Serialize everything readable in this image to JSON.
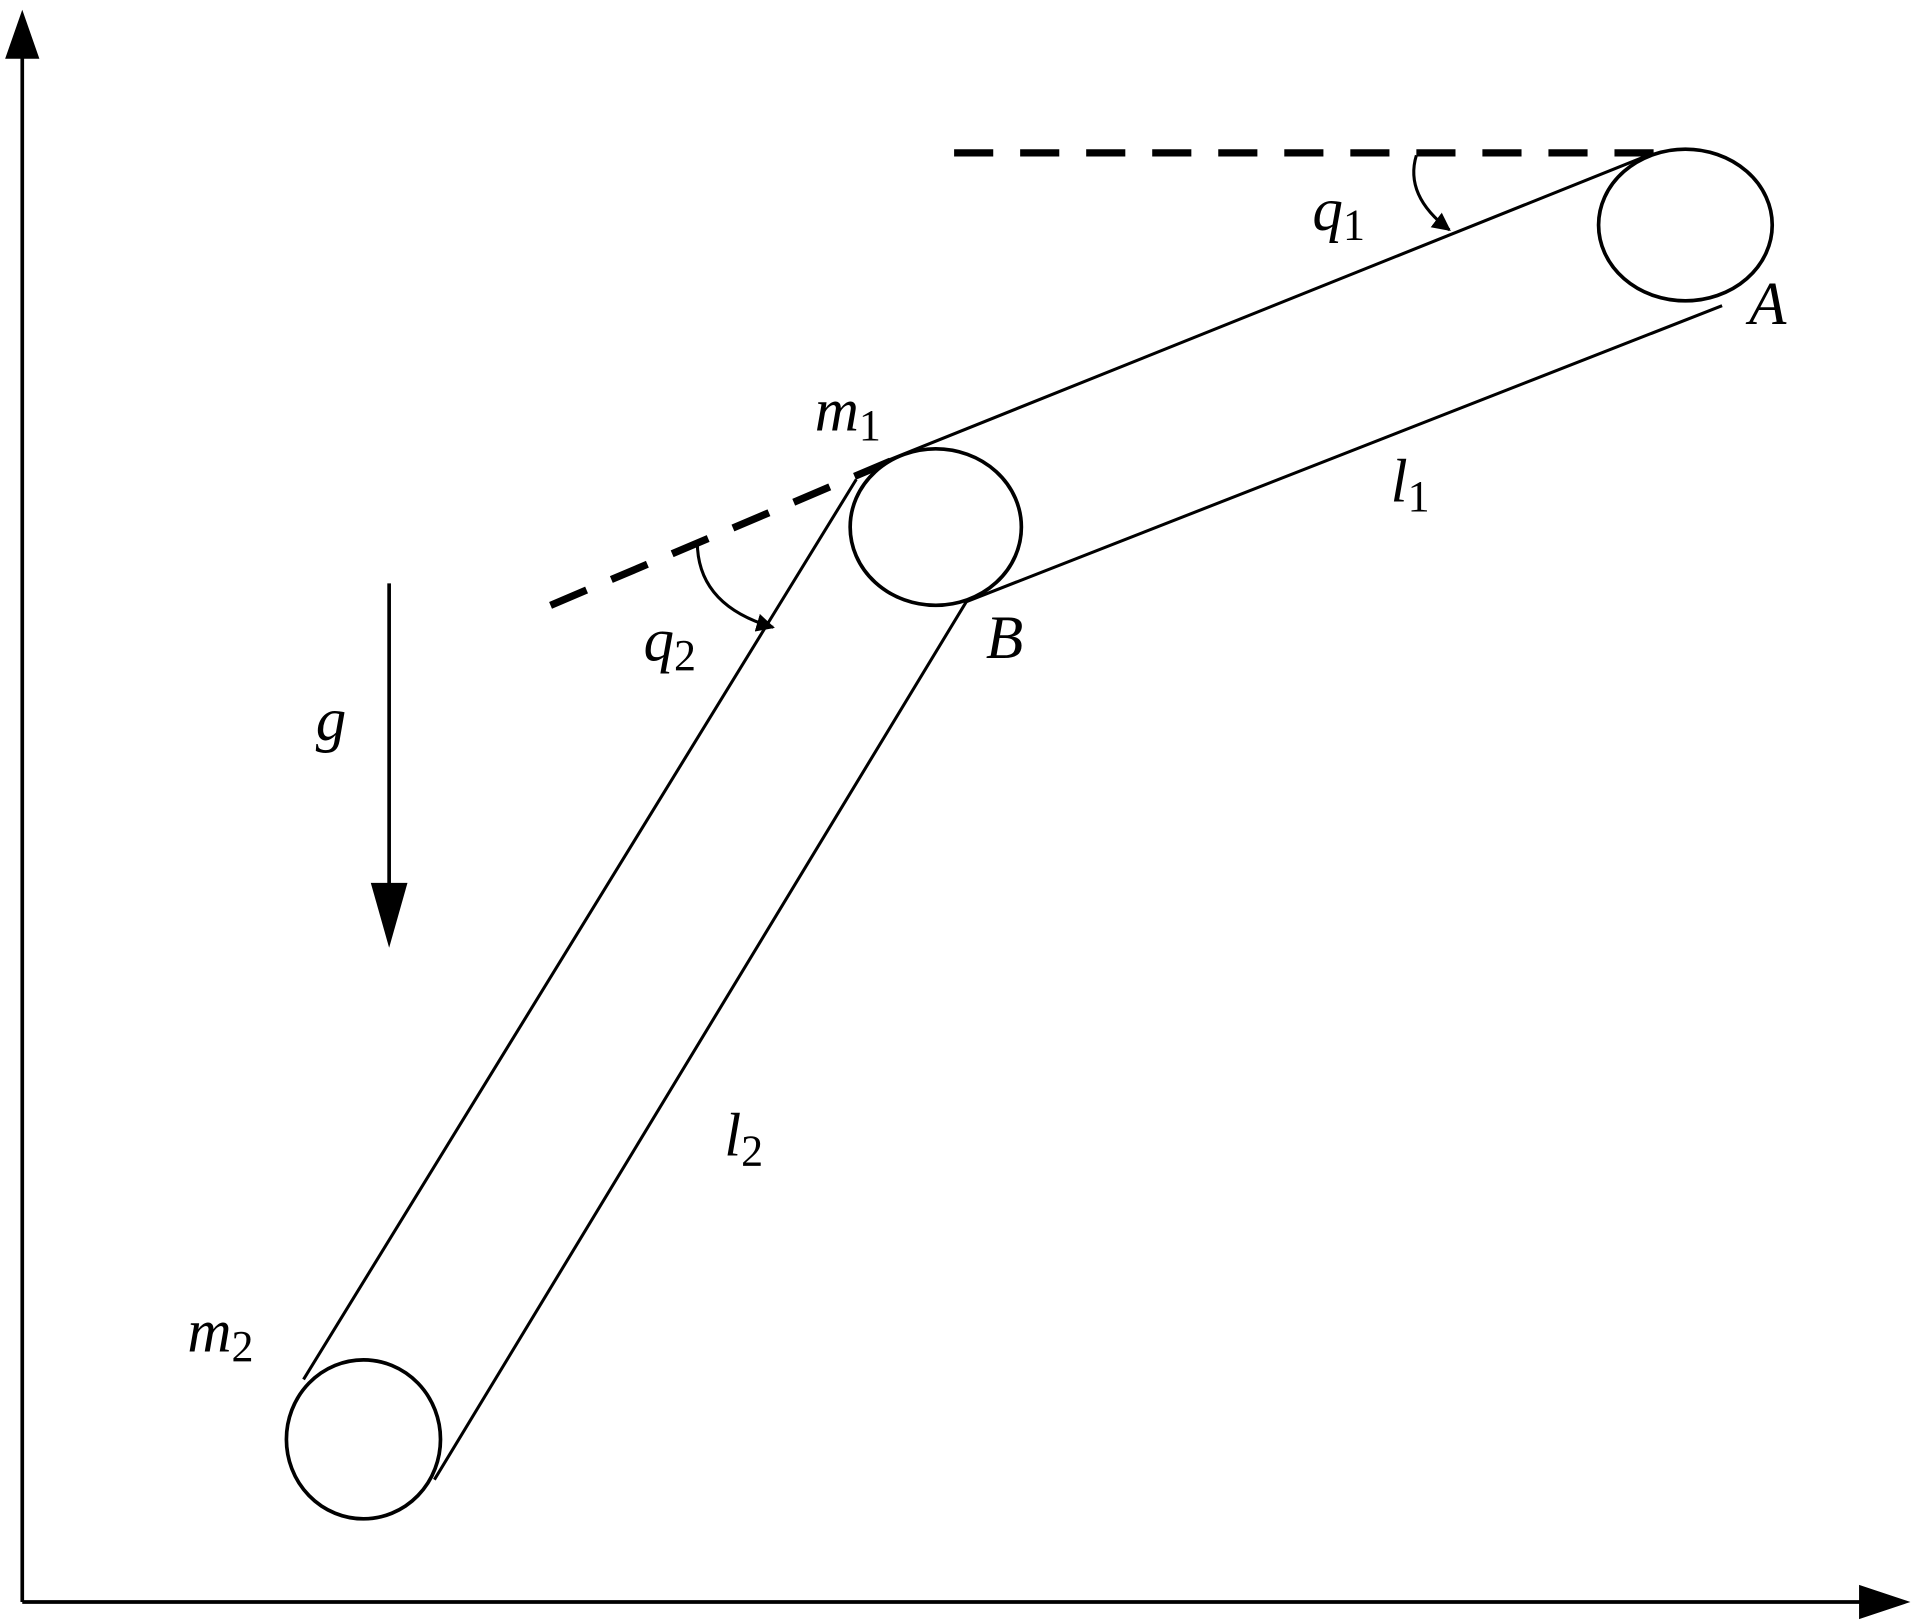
{
  "diagram": {
    "title": "Two-link pendulum schematic",
    "labels": {
      "q1": {
        "base": "q",
        "sub": "1"
      },
      "q2": {
        "base": "q",
        "sub": "2"
      },
      "m1": {
        "base": "m",
        "sub": "1"
      },
      "m2": {
        "base": "m",
        "sub": "2"
      },
      "l1": {
        "base": "l",
        "sub": "1"
      },
      "l2": {
        "base": "l",
        "sub": "2"
      },
      "A": "A",
      "B": "B",
      "g": "g"
    },
    "colors": {
      "stroke": "#000000",
      "background": "#ffffff"
    }
  }
}
